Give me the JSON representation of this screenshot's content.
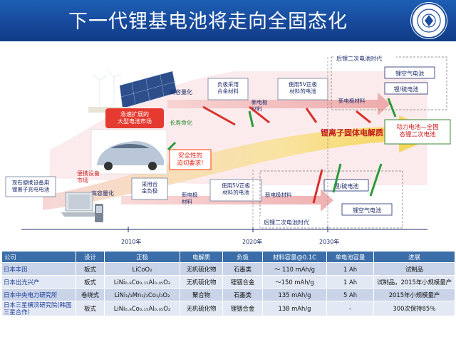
{
  "title": "下一代锂基电池将走向全固态化",
  "diagram": {
    "current_battery": "现有便携设备用\n锂离子充电电池",
    "portable_market": "便携设备\n市场",
    "high_capacity": "高容量化",
    "long_life": "长寿命化",
    "ev_market": "急速扩展的\n大型电池市场",
    "safety": "安全性的\n迫切要求!",
    "top_box1": "负极采用\n合金材料",
    "top_box2": "使用5V正极\n材料的电池",
    "new_cathode_top": "新电极\n材料",
    "new_cathode_top2": "新电极材料",
    "post_li_top": "后锂二次电池时代",
    "li_air_top": "锂空气电池",
    "li_s_top": "锂/硫电池",
    "li_ion_solid": "锂离子固体电解质",
    "power_battery": "动力电池—全固\n态锂二次电池",
    "bottom_box1": "采用合\n金负极",
    "bottom_box2": "使用5V正极\n材料的电池",
    "new_cathode_bottom": "新电极\n材料",
    "new_cathode_bottom2": "新电极材料",
    "li_s_bottom": "锂/硫电池",
    "li_air_bottom": "锂空气电池",
    "post_li_bottom": "后锂二次电池时代",
    "year_2010": "2010年",
    "year_2020": "2020年",
    "year_2030": "2030年"
  },
  "table": {
    "headers": [
      "公司",
      "设计",
      "正极",
      "电解质",
      "负极",
      "材料容量@0.1C",
      "单电池容量",
      "进展"
    ],
    "rows": [
      {
        "company": "日本丰田",
        "design": "板式",
        "cathode": "LiCoO₂",
        "electrolyte": "无机硫化物",
        "anode": "石墨类",
        "capacity": "～ 110 mAh/g",
        "cell": "1 Ah",
        "progress": "试制品"
      },
      {
        "company": "日本出光兴产",
        "design": "板式",
        "cathode": "LiNi₀.₈Co₀.₁₅Al₀.₀₅O₂",
        "electrolyte": "无机硫化物",
        "anode": "锂铟合金",
        "capacity": "～150 mAh/g",
        "cell": "1 Ah",
        "progress": "试制品，2015年小规模量产"
      },
      {
        "company": "日本中央电力研究所",
        "design": "卷绕式",
        "cathode": "LiNi₁/₃Mn₁/₃Co₁/₃O₂",
        "electrolyte": "聚合物",
        "anode": "石墨类",
        "capacity": "135 mAh/g",
        "cell": "5 Ah",
        "progress": "2015年小规模量产"
      },
      {
        "company": "日本三星横滨研究院(韩国三星合作）",
        "design": "板式",
        "cathode": "LiNi₀.₈Co₀.₁₅Al₀.₀₅O₂",
        "electrolyte": "无机硫化物",
        "anode": "锂铟合金",
        "capacity": "138 mAh/g",
        "cell": "-",
        "progress": "300次保持85％"
      }
    ]
  }
}
